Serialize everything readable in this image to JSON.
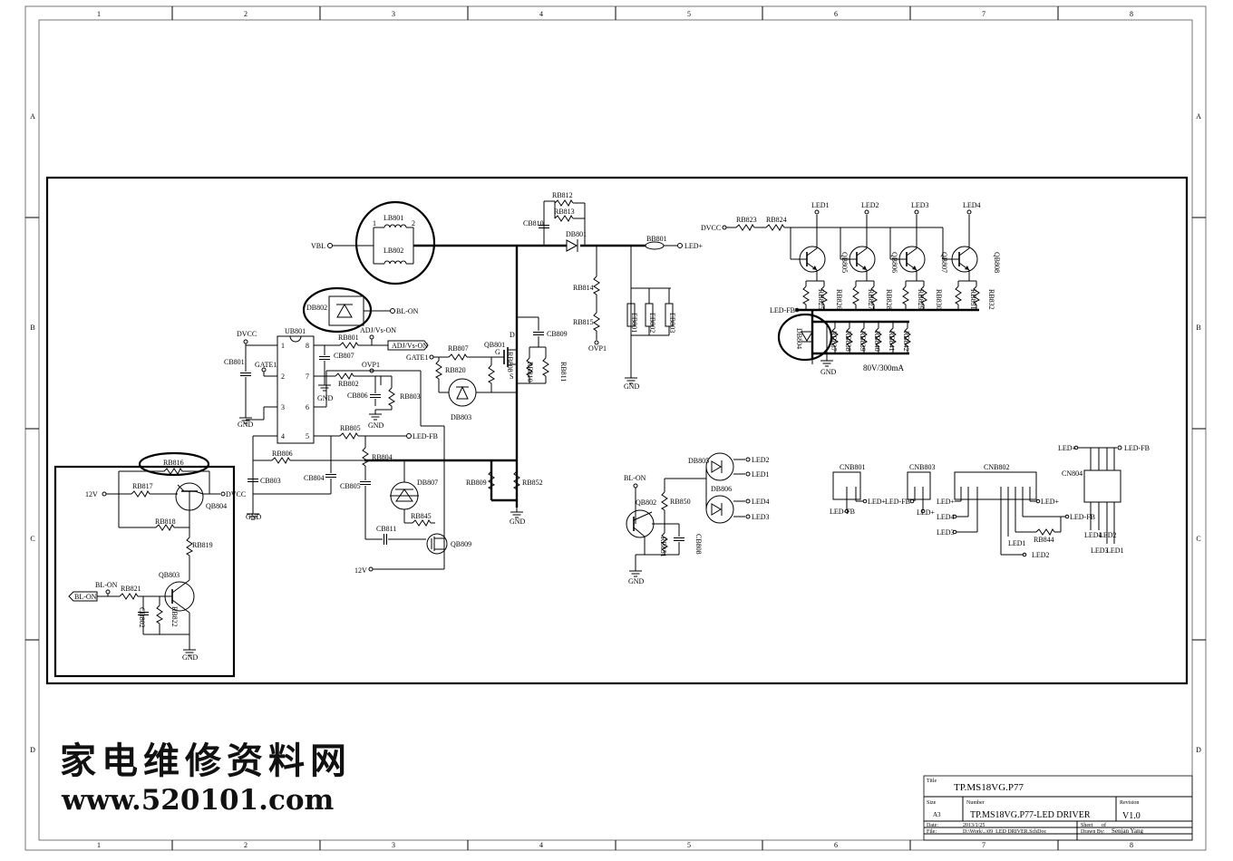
{
  "grid": {
    "cols": [
      "1",
      "2",
      "3",
      "4",
      "5",
      "6",
      "7",
      "8"
    ],
    "rows": [
      "A",
      "B",
      "C",
      "D"
    ]
  },
  "watermark": {
    "line1": "家电维修资料网",
    "line2": "www.520101.com"
  },
  "title_block": {
    "title_label": "Title",
    "title": "TP.MS18VG.P77",
    "size_label": "Size",
    "size": "A3",
    "number_label": "Number",
    "number": "TP.MS18VG.P77-LED DRIVER",
    "revision_label": "Revision",
    "revision": "V1.0",
    "date_label": "Date:",
    "date": "2013/1/25",
    "file_label": "File:",
    "file": "D:\\Work\\..\\09_LED DRIVER.SchDoc",
    "sheet_label": "Sheet",
    "of_label": "of",
    "drawn_label": "Drawn By:",
    "drawn_by": "Senjan Yang"
  },
  "nets": {
    "vbl": "VBL",
    "bl_on": "BL-ON",
    "adj": "ADJ/Vs-ON",
    "dvcc": "DVCC",
    "gate1": "GATE1",
    "ovp1": "OVP1",
    "gnd": "GND",
    "led_fb": "LED-FB",
    "led_plus": "LED+",
    "v12": "12V",
    "led1": "LED1",
    "led2": "LED2",
    "led3": "LED3",
    "led4": "LED4",
    "current": "80V/300mA"
  },
  "parts": {
    "lb801": "LB801",
    "lb802": "LB802",
    "db802": "DB802",
    "ub801": "UB801",
    "rb801": "RB801",
    "cb807": "CB807",
    "rb802": "RB802",
    "cb806": "CB806",
    "rb803": "RB803",
    "cb801": "CB801",
    "rb805": "RB805",
    "rb804": "RB804",
    "rb806": "RB806",
    "cb803": "CB803",
    "cb804": "CB804",
    "cb805": "CB805",
    "db807": "DB807",
    "cb811": "CB811",
    "rb845": "RB845",
    "qb809": "QB809",
    "rb807": "RB807",
    "rb820": "RB820",
    "db803": "DB803",
    "qb801": "QB801",
    "rb808": "RB808",
    "rb810": "RB810",
    "rb811": "RB811",
    "cb809": "CB809",
    "rb809": "RB809",
    "rb852": "RB852",
    "cb810": "CB810",
    "rb812": "RB812",
    "rb813": "RB813",
    "db801": "DB801",
    "bb801": "BB801",
    "rb814": "RB814",
    "rb815": "RB815",
    "eb801": "EB801",
    "eb802": "EB802",
    "eb803": "EB803",
    "rb823": "RB823",
    "rb824": "RB824",
    "qb805": "QB805",
    "qb806": "QB806",
    "qb807": "QB807",
    "qb808": "QB808",
    "db804": "DB804",
    "rb816": "RB816",
    "rb817": "RB817",
    "qb804": "QB804",
    "rb818": "RB818",
    "rb819": "RB819",
    "qb803": "QB803",
    "rb821": "RB821",
    "cb802": "CB802",
    "rb822": "RB822",
    "db805": "DB805",
    "db806": "DB806",
    "qb802": "QB802",
    "rb850": "RB850",
    "rb851": "RB851",
    "cb808": "CB808",
    "cnb801": "CNB801",
    "cnb803": "CNB803",
    "cnb802": "CNB802",
    "cn804": "CN804",
    "rb844": "RB844",
    "rb825": "RB825",
    "rb826": "RB826",
    "rb827": "RB827",
    "rb828": "RB828",
    "rb829": "RB829",
    "rb830": "RB830",
    "rb831": "RB831",
    "rb832": "RB832",
    "rb837": "RB837",
    "rb838": "RB838",
    "rb839": "RB839",
    "rb840": "RB840",
    "rb841": "RB841",
    "rb842": "RB842"
  },
  "pins": {
    "ub_left": [
      "1",
      "2",
      "3",
      "4"
    ],
    "ub_right": [
      "8",
      "7",
      "6",
      "5"
    ],
    "lb_1": "1",
    "lb_2": "2",
    "mos_d": "D",
    "mos_g": "G",
    "mos_s": "S"
  }
}
